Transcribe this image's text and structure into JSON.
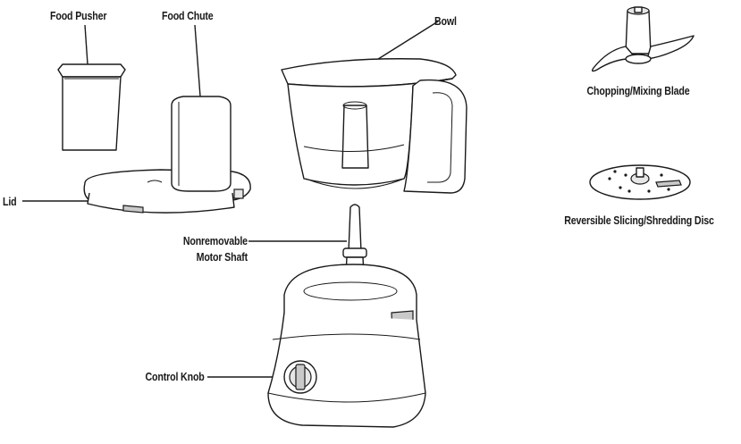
{
  "labels": {
    "food_pusher": "Food Pusher",
    "food_chute": "Food Chute",
    "bowl": "Bowl",
    "lid": "Lid",
    "motor_shaft_line1": "Nonremovable",
    "motor_shaft_line2": "Motor Shaft",
    "control_knob": "Control Knob",
    "chopping_blade": "Chopping/Mixing Blade",
    "slicing_disc": "Reversible Slicing/Shredding Disc"
  },
  "colors": {
    "outline": "#1a1a1a",
    "shading": "#e6e6e6",
    "background": "#ffffff"
  }
}
